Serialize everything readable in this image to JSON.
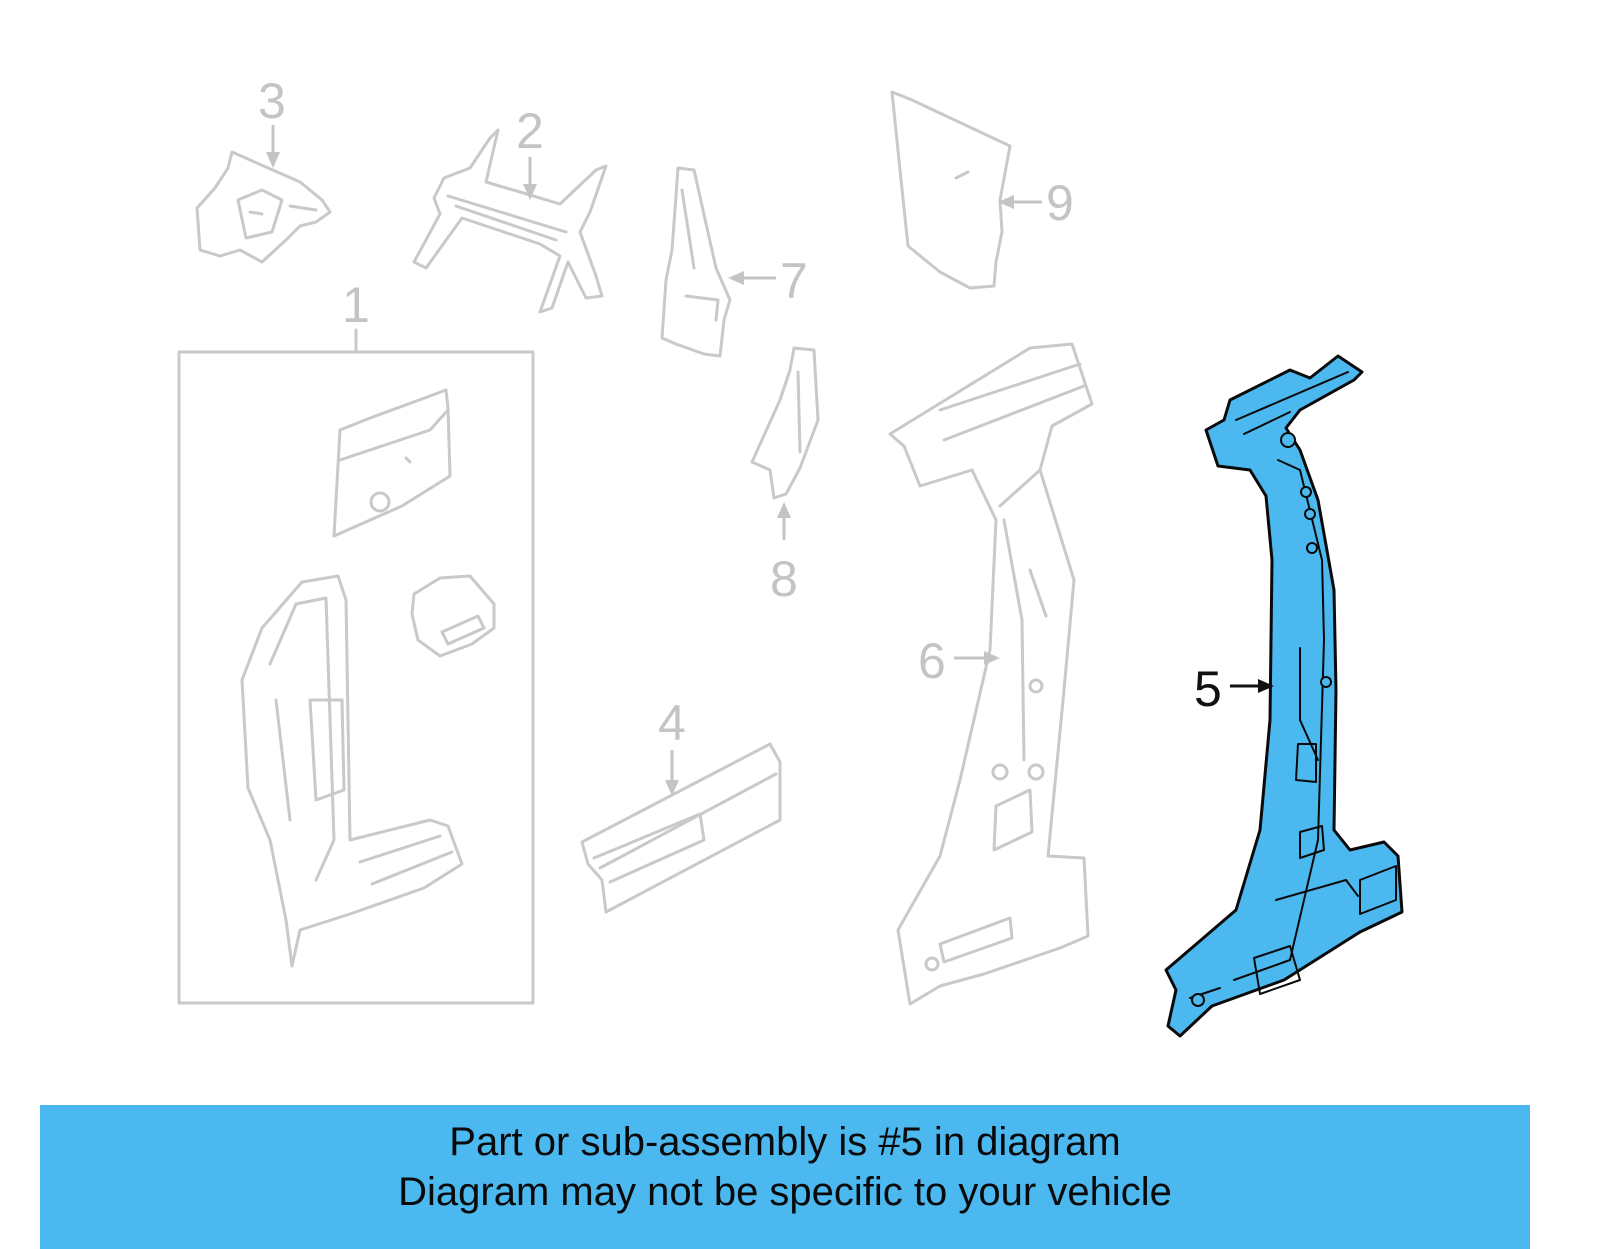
{
  "callouts": {
    "c1": "1",
    "c2": "2",
    "c3": "3",
    "c4": "4",
    "c5": "5",
    "c6": "6",
    "c7": "7",
    "c8": "8",
    "c9": "9"
  },
  "highlighted_part": "5",
  "colors": {
    "highlight": "#4cb8f0",
    "ghost_parts": "#c9c9c9",
    "banner": "#4cb8f0"
  },
  "banner": {
    "line1": "Part or sub-assembly is #5 in diagram",
    "line2": "Diagram may not be specific to your vehicle"
  }
}
